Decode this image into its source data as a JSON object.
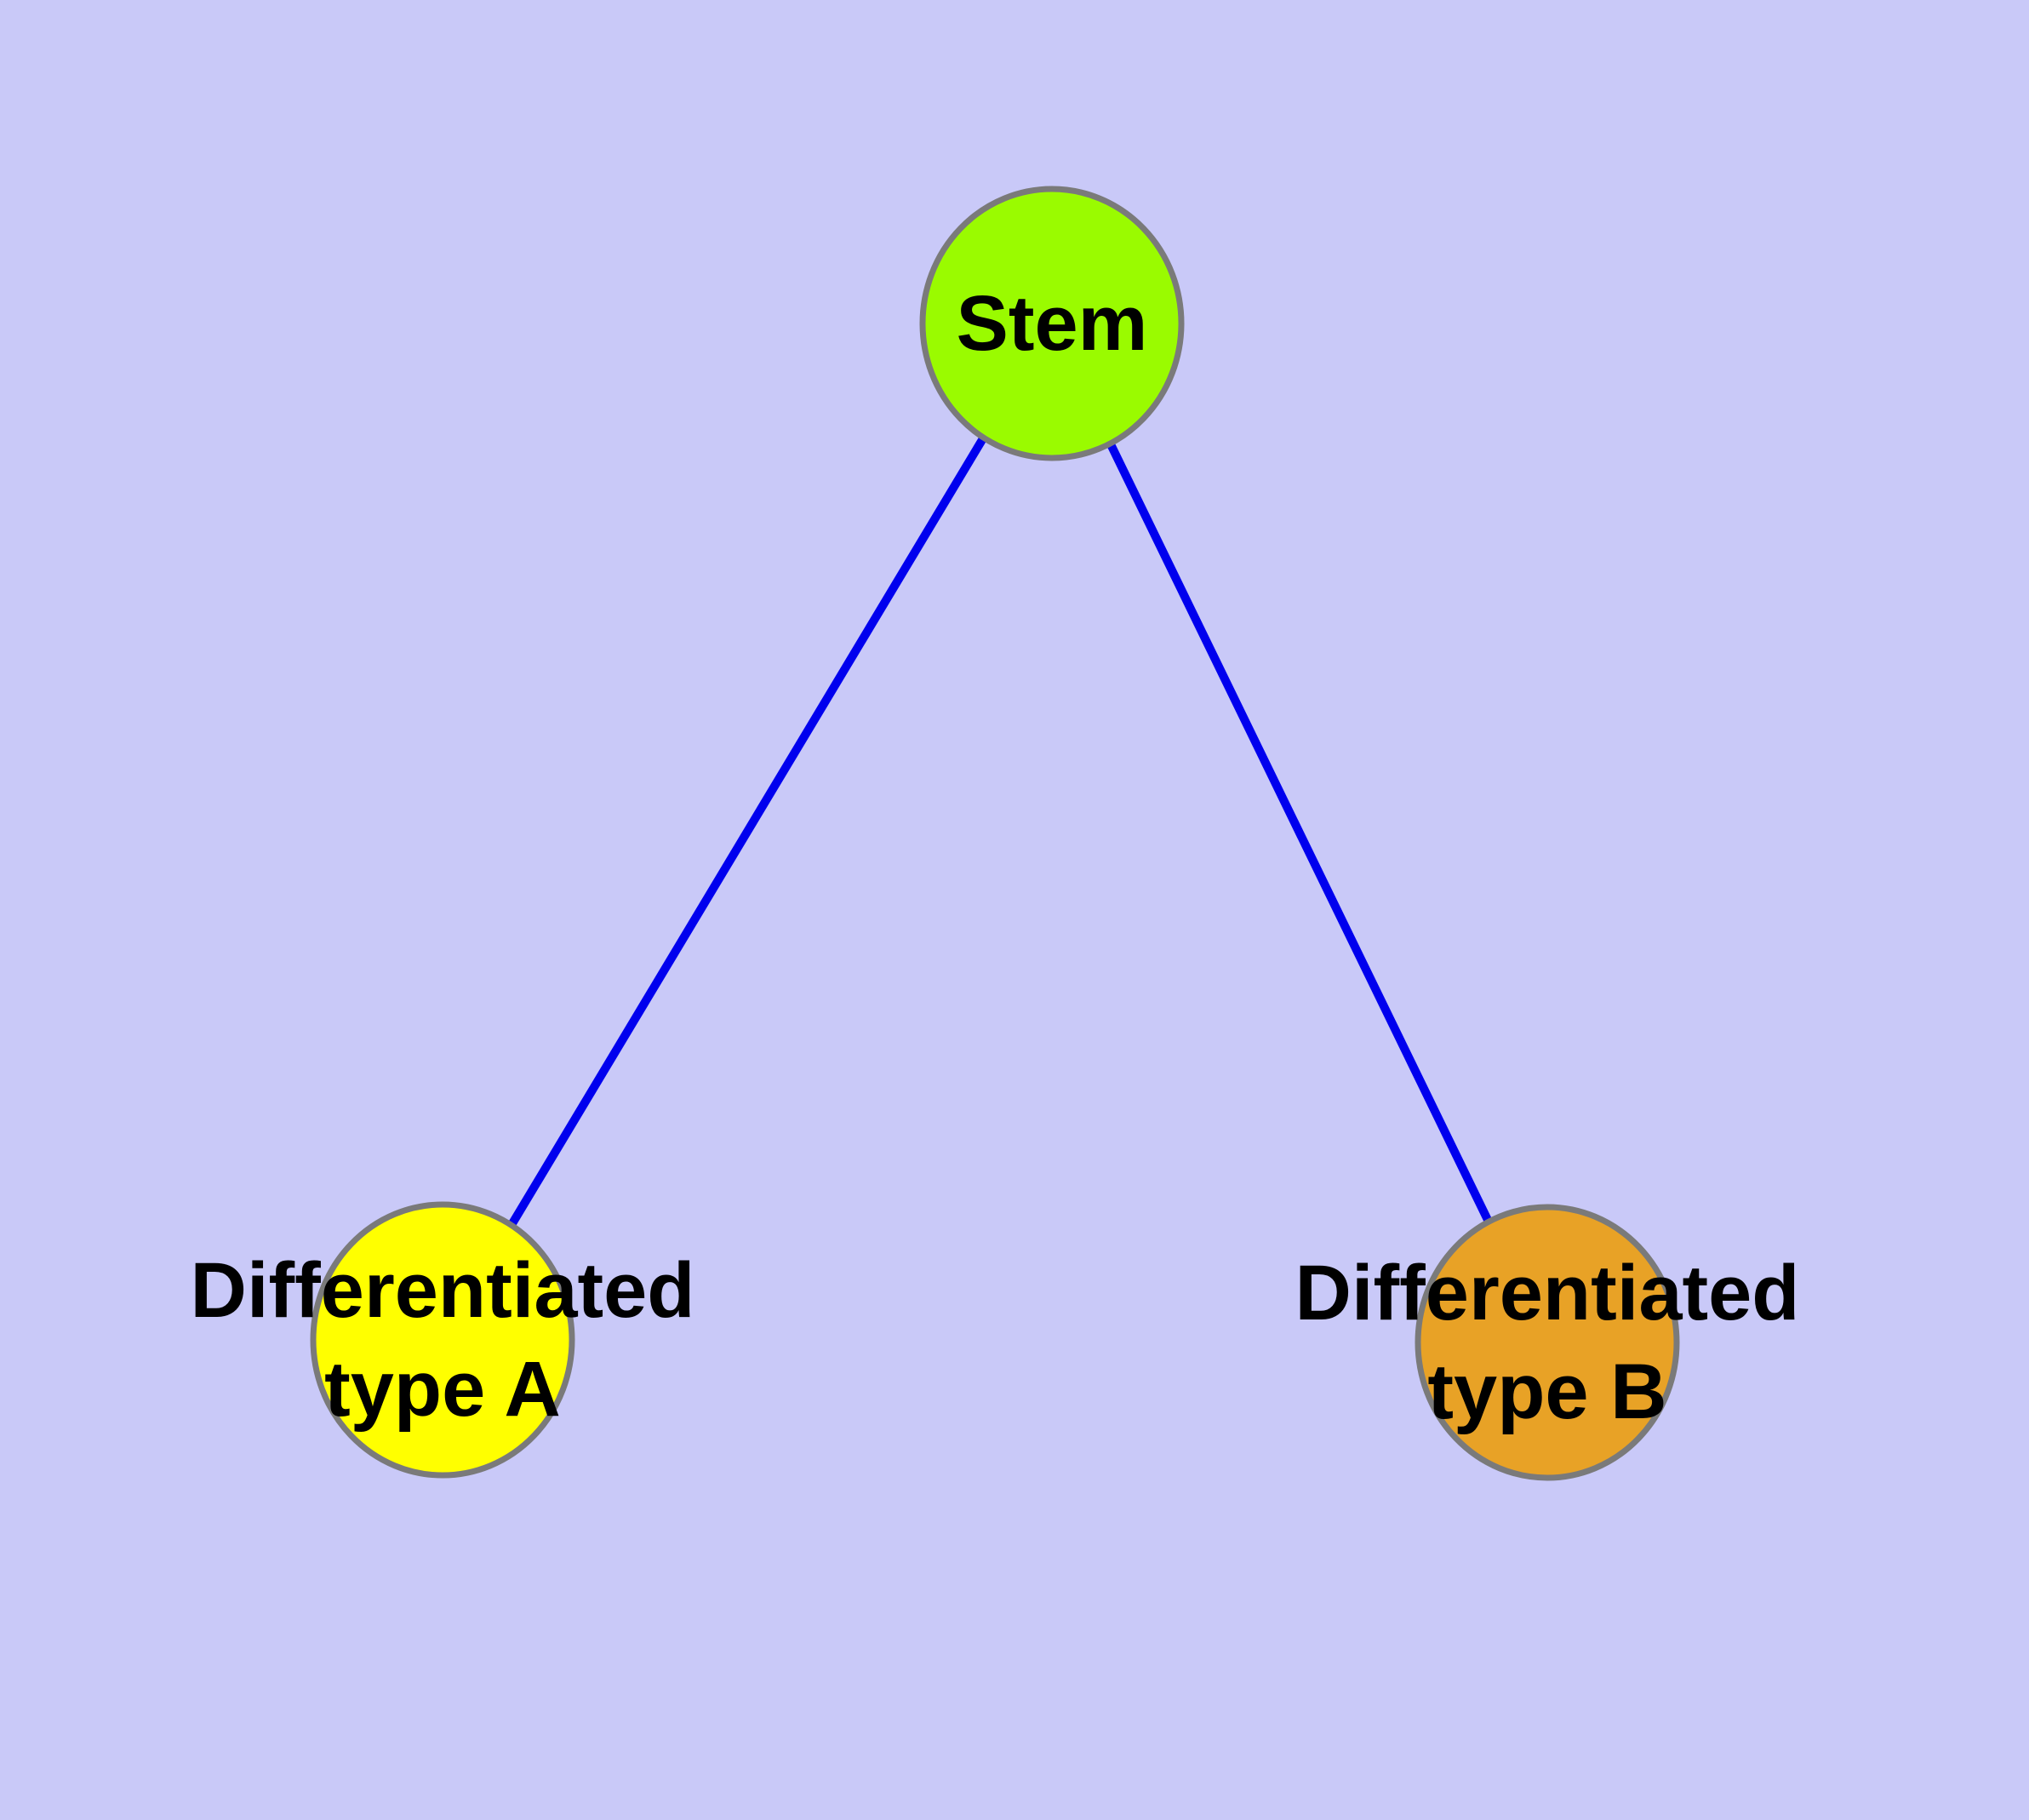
{
  "colors": {
    "background": "#c9c9f8",
    "edge": "#0000ee",
    "node_border": "#7a7a7a",
    "label_text": "#000000"
  },
  "nodes": {
    "stem": {
      "label": "Stem",
      "fill": "#9afb00"
    },
    "type_a": {
      "label": "Differentiated type A",
      "label_lines": [
        "Differentiated",
        "type A"
      ],
      "fill": "#ffff00"
    },
    "type_b": {
      "label": "Differentiated type B",
      "label_lines": [
        "Differentiated",
        "type B"
      ],
      "fill": "#e8a226"
    }
  },
  "edges": [
    {
      "from": "Stem",
      "to": "Differentiated type A"
    },
    {
      "from": "Stem",
      "to": "Differentiated type B"
    }
  ]
}
